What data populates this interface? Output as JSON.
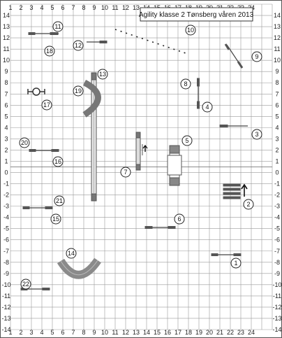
{
  "title": "Agility klasse 2 Tønsberg våren 2013",
  "colors": {
    "grid": "#9a9a9a",
    "frame": "#555555",
    "obstacle_dark": "#666666",
    "obstacle_light": "#cfcfcf",
    "tunnel": "#8a8a8a",
    "ink": "#111111"
  },
  "axes": {
    "x_labels": [
      "2",
      "3",
      "4",
      "5",
      "6",
      "7",
      "8",
      "9",
      "10",
      "11",
      "12",
      "13",
      "14",
      "15",
      "16",
      "17",
      "18",
      "19",
      "20",
      "21",
      "22",
      "23",
      "24"
    ],
    "y_labels": [
      "14",
      "13",
      "12",
      "11",
      "10",
      "9",
      "8",
      "7",
      "6",
      "5",
      "4",
      "3",
      "2",
      "1",
      "0",
      "-1",
      "-2",
      "-3",
      "-4",
      "-5",
      "-6",
      "-7",
      "-8",
      "-9",
      "-10",
      "-11",
      "-12",
      "-13",
      "-14"
    ],
    "corner_top": "1",
    "corner_bottom": "1"
  },
  "obstacles": [
    {
      "id": "1",
      "num": "1"
    },
    {
      "id": "2",
      "num": "2"
    },
    {
      "id": "3",
      "num": "3"
    },
    {
      "id": "4",
      "num": "4"
    },
    {
      "id": "5",
      "num": "5"
    },
    {
      "id": "6",
      "num": "6"
    },
    {
      "id": "7",
      "num": "7"
    },
    {
      "id": "8",
      "num": "8"
    },
    {
      "id": "9",
      "num": "9"
    },
    {
      "id": "10",
      "num": "10"
    },
    {
      "id": "11",
      "num": "11"
    },
    {
      "id": "12",
      "num": "12"
    },
    {
      "id": "13",
      "num": "13"
    },
    {
      "id": "14",
      "num": "14"
    },
    {
      "id": "15",
      "num": "15"
    },
    {
      "id": "16",
      "num": "16"
    },
    {
      "id": "17",
      "num": "17"
    },
    {
      "id": "18",
      "num": "18"
    },
    {
      "id": "19",
      "num": "19"
    },
    {
      "id": "20",
      "num": "20"
    },
    {
      "id": "21",
      "num": "21"
    },
    {
      "id": "22",
      "num": "22"
    }
  ]
}
